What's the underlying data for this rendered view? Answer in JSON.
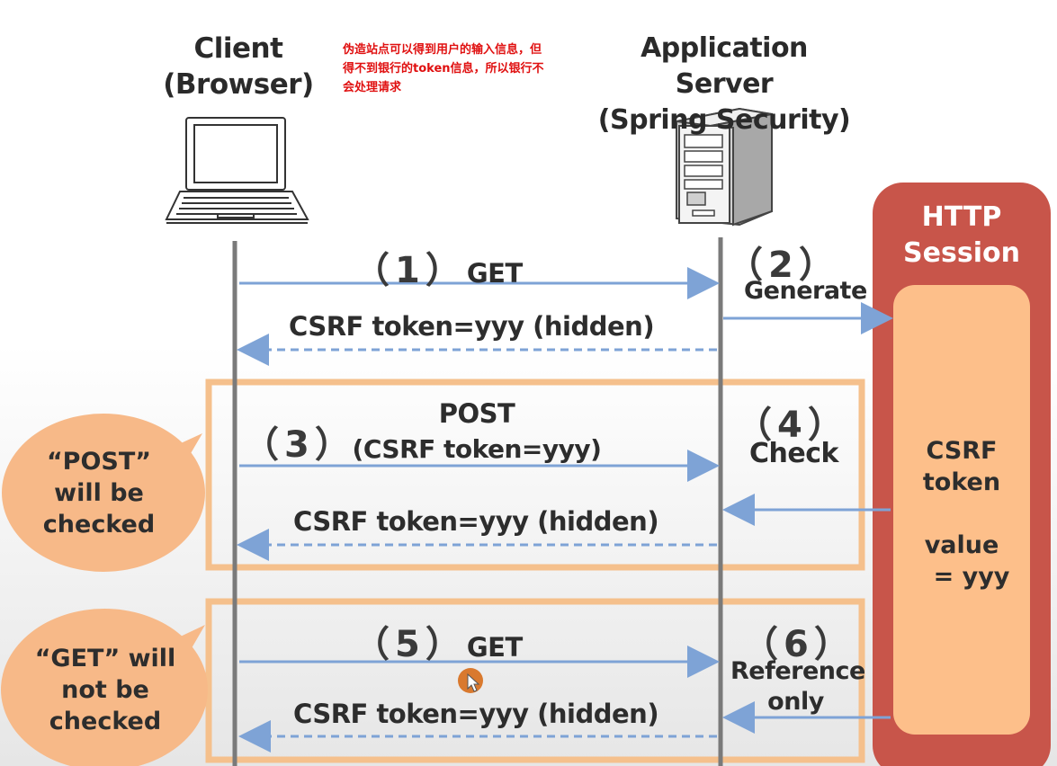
{
  "client": {
    "title_line1": "Client",
    "title_line2": "(Browser)",
    "icon": "laptop-icon"
  },
  "server": {
    "title_line1": "Application Server",
    "title_line2": "(Spring Security)",
    "icon": "server-tower-icon"
  },
  "note": {
    "line1": "伪造站点可以得到用户的输入信息，但",
    "line2": "得不到银行的token信息，所以银行不",
    "line3": "会处理请求"
  },
  "session": {
    "title_line1": "HTTP",
    "title_line2": "Session",
    "line1": "CSRF",
    "line2": "token",
    "line3": "value",
    "line4": "= yyy"
  },
  "steps": {
    "s1": {
      "num": "（1）",
      "label": "GET"
    },
    "s2": {
      "num": "（2）",
      "label": "Generate"
    },
    "r1": "CSRF token=yyy (hidden)",
    "s3": {
      "num": "（3）",
      "label_line1": "POST",
      "label_line2": "(CSRF token=yyy)"
    },
    "s4": {
      "num": "（4）",
      "label": "Check"
    },
    "r2": "CSRF token=yyy (hidden)",
    "s5": {
      "num": "（5）",
      "label": "GET"
    },
    "s6": {
      "num": "（6）",
      "label_line1": "Reference",
      "label_line2": "only"
    },
    "r3": "CSRF token=yyy (hidden)"
  },
  "bubbles": {
    "post": {
      "line1": "“POST”",
      "line2": "will be",
      "line3": "checked"
    },
    "get": {
      "line1": "“GET” will",
      "line2": "not be",
      "line3": "checked"
    }
  },
  "colors": {
    "arrow": "#7ea3d6",
    "box": "#f5c08c",
    "session_outer": "#c8554a",
    "session_inner": "#fdbf8a",
    "bubble": "#f7b988",
    "cursor_dot": "#d9792e"
  }
}
